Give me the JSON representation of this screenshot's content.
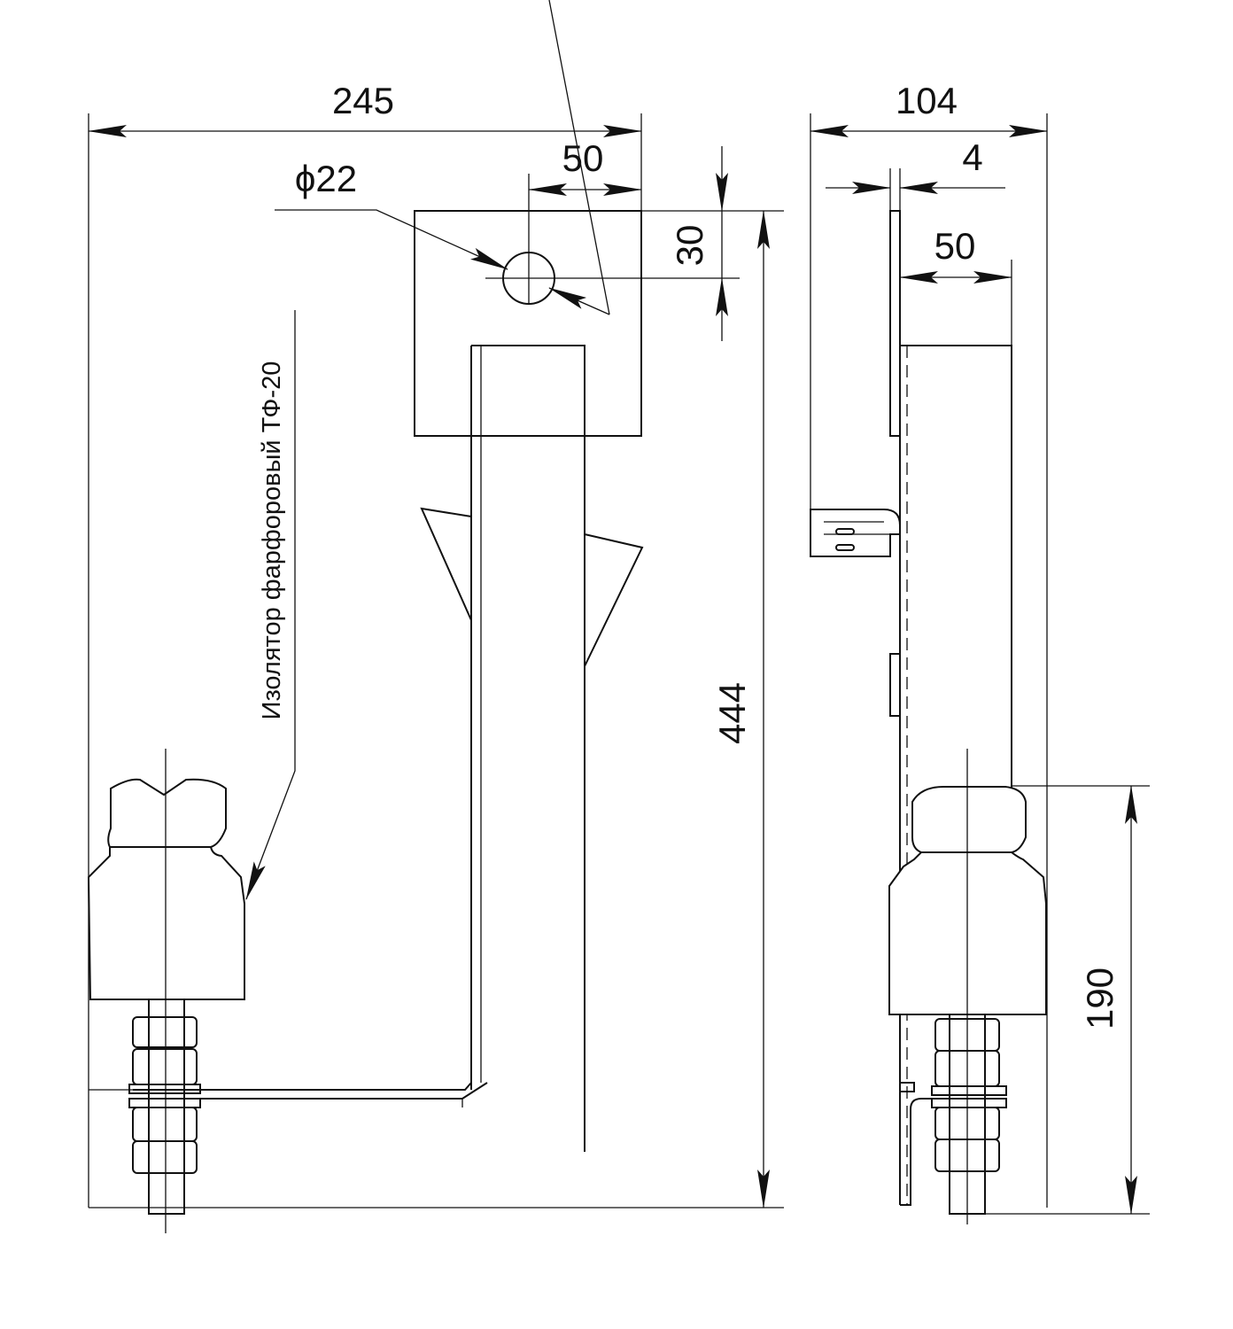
{
  "dimensions": {
    "width_total": "245",
    "plate_width": "50",
    "hole_diameter": "ϕ22",
    "hole_offset": "30",
    "height_total": "444",
    "side_depth": "104",
    "plate_thickness": "4",
    "side_bar_width": "50",
    "insulator_height": "190"
  },
  "labels": {
    "insulator": "Изолятор фарфоровый ТФ-20"
  }
}
